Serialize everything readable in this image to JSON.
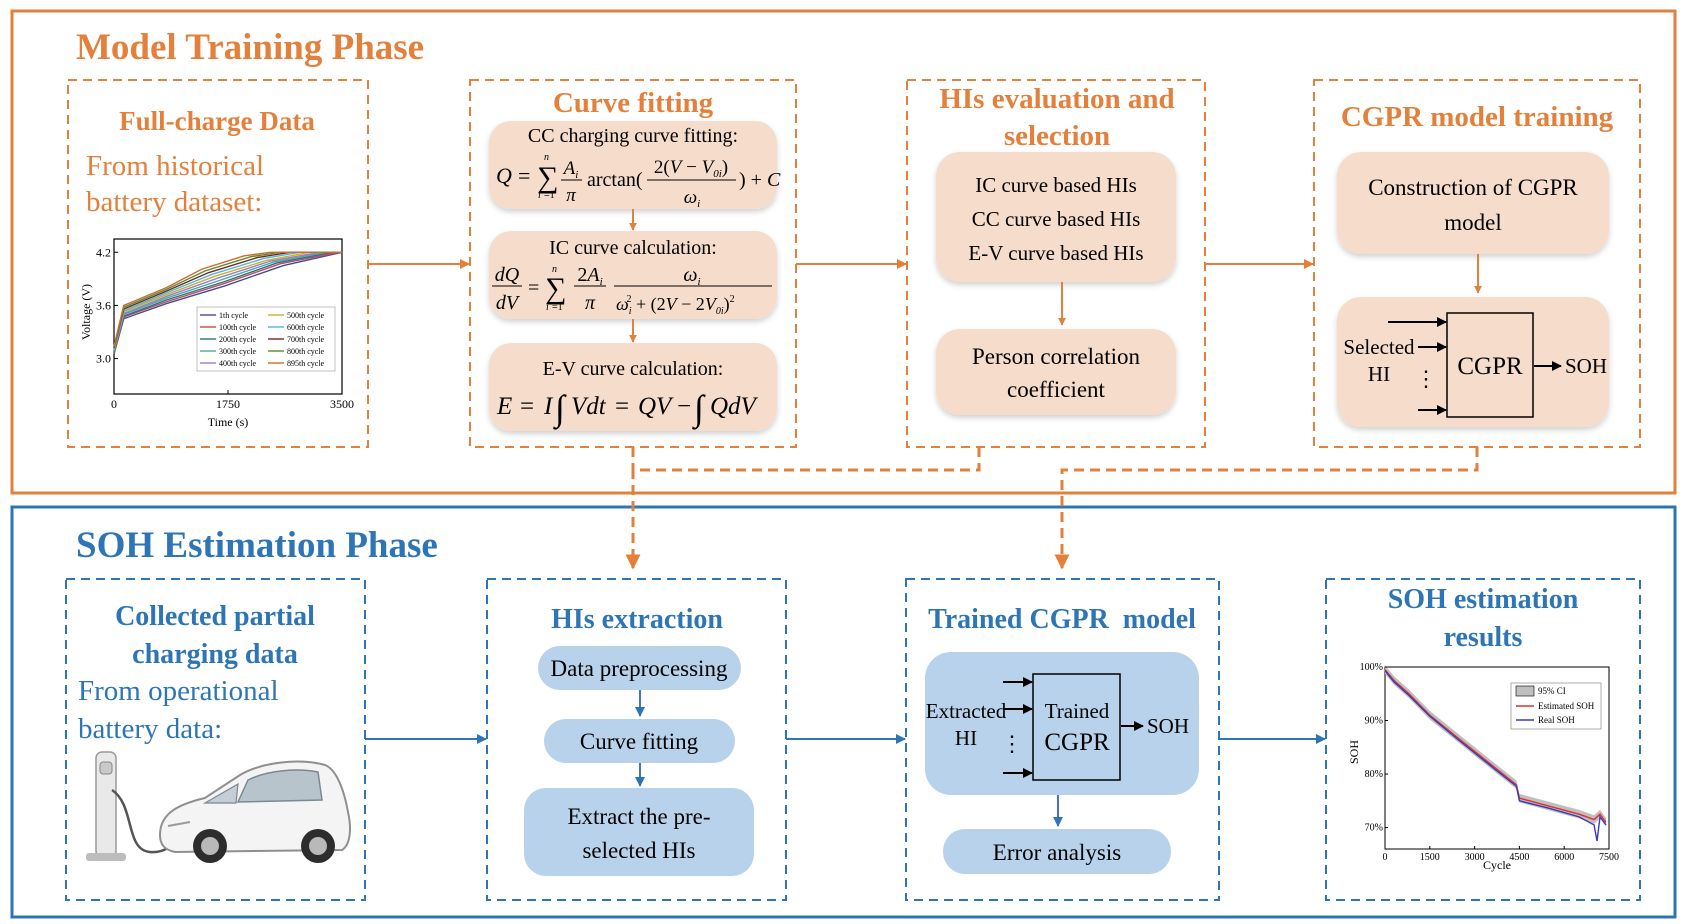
{
  "colors": {
    "training": "#E3803B",
    "estimation": "#2E75B6",
    "training_box_fill": "#F6DCCA",
    "estimation_box_fill": "#B9D2EC",
    "chart_ci_fill": "#BFBFBF",
    "estimated_soh": "#E0312E",
    "real_soh": "#3A3AB8"
  },
  "training_phase": {
    "title": "Model Training Phase",
    "full_charge": {
      "title": "Full-charge Data",
      "desc_line1": "From historical",
      "desc_line2": "battery dataset:"
    },
    "curve_fitting": {
      "title": "Curve fitting",
      "cc_label": "CC charging curve fitting:",
      "ic_label": "IC curve calculation:",
      "ev_label": "E-V curve calculation:"
    },
    "his_eval": {
      "title_line1": "HIs evaluation and",
      "title_line2": "selection",
      "items": [
        "IC curve based HIs",
        "CC curve based HIs",
        "E-V curve based HIs"
      ],
      "pearson_line1": "Person correlation",
      "pearson_line2": "coefficient"
    },
    "cgpr_training": {
      "title": "CGPR model training",
      "construction_line1": "Construction of CGPR",
      "construction_line2": "model",
      "input_line1": "Selected",
      "input_line2": "HI",
      "block": "CGPR",
      "output": "SOH"
    }
  },
  "estimation_phase": {
    "title": "SOH Estimation Phase",
    "collected": {
      "title_line1": "Collected partial",
      "title_line2": "charging data",
      "desc_line1": "From operational",
      "desc_line2": "battery data:"
    },
    "his_extraction": {
      "title": "HIs extraction",
      "step1": "Data preprocessing",
      "step2": "Curve fitting",
      "step3_line1": "Extract the pre-",
      "step3_line2": "selected HIs"
    },
    "trained_cgpr": {
      "title": "Trained CGPR  model",
      "input_line1": "Extracted",
      "input_line2": "HI",
      "block_line1": "Trained",
      "block_line2": "CGPR",
      "output": "SOH",
      "error": "Error analysis"
    },
    "results": {
      "title_line1": "SOH estimation",
      "title_line2": "results"
    }
  },
  "chart_data": [
    {
      "type": "line",
      "xlabel": "Time (s)",
      "ylabel": "Voltage (V)",
      "xlim": [
        0,
        3500
      ],
      "ylim": [
        2.6,
        4.35
      ],
      "x_ticks": [
        "0",
        "1750",
        "3500"
      ],
      "y_ticks": [
        "3.0",
        "3.6",
        "4.2"
      ],
      "legend_position": "bottom-right",
      "series": [
        {
          "name": "1th cycle",
          "color": "#4A4A9A",
          "x": [
            0,
            150,
            800,
            1700,
            2600,
            3500
          ],
          "y": [
            3.05,
            3.45,
            3.62,
            3.82,
            4.05,
            4.2
          ]
        },
        {
          "name": "100th cycle",
          "color": "#C0504D",
          "x": [
            0,
            150,
            800,
            1700,
            2550,
            3450,
            3500
          ],
          "y": [
            3.06,
            3.47,
            3.64,
            3.85,
            4.07,
            4.2,
            4.2
          ]
        },
        {
          "name": "200th cycle",
          "color": "#2E6E8E",
          "x": [
            0,
            150,
            800,
            1700,
            2500,
            3350,
            3500
          ],
          "y": [
            3.07,
            3.48,
            3.66,
            3.87,
            4.08,
            4.2,
            4.2
          ]
        },
        {
          "name": "300th cycle",
          "color": "#4EA8A0",
          "x": [
            0,
            150,
            800,
            1650,
            2450,
            3250,
            3500
          ],
          "y": [
            3.08,
            3.5,
            3.68,
            3.89,
            4.09,
            4.2,
            4.2
          ]
        },
        {
          "name": "400th cycle",
          "color": "#A07CC8",
          "x": [
            0,
            150,
            800,
            1600,
            2400,
            3150,
            3500
          ],
          "y": [
            3.09,
            3.51,
            3.7,
            3.91,
            4.1,
            4.2,
            4.2
          ]
        },
        {
          "name": "500th cycle",
          "color": "#C8B030",
          "x": [
            0,
            150,
            800,
            1550,
            2350,
            3000,
            3500
          ],
          "y": [
            3.1,
            3.53,
            3.72,
            3.93,
            4.11,
            4.2,
            4.2
          ]
        },
        {
          "name": "600th cycle",
          "color": "#4DB8D8",
          "x": [
            0,
            150,
            800,
            1500,
            2300,
            2850,
            3500
          ],
          "y": [
            3.11,
            3.54,
            3.74,
            3.95,
            4.13,
            4.2,
            4.2
          ]
        },
        {
          "name": "700th cycle",
          "color": "#6B2A2A",
          "x": [
            0,
            150,
            800,
            1450,
            2200,
            2700,
            3500
          ],
          "y": [
            3.12,
            3.56,
            3.76,
            3.97,
            4.14,
            4.2,
            4.2
          ]
        },
        {
          "name": "800th cycle",
          "color": "#5A8A30",
          "x": [
            0,
            150,
            800,
            1400,
            2100,
            2550,
            3500
          ],
          "y": [
            3.13,
            3.58,
            3.78,
            3.99,
            4.15,
            4.2,
            4.2
          ]
        },
        {
          "name": "895th cycle",
          "color": "#D06A2A",
          "x": [
            0,
            150,
            800,
            1350,
            2000,
            2400,
            3500
          ],
          "y": [
            3.14,
            3.6,
            3.8,
            4.01,
            4.16,
            4.2,
            4.2
          ]
        }
      ]
    },
    {
      "type": "line",
      "xlabel": "Cycle",
      "ylabel": "SOH",
      "xlim": [
        0,
        7500
      ],
      "ylim": [
        66,
        100
      ],
      "x_ticks": [
        "0",
        "1500",
        "3000",
        "4500",
        "6000",
        "7500"
      ],
      "y_ticks": [
        "70%",
        "80%",
        "90%",
        "100%"
      ],
      "legend_position": "top-right",
      "series": [
        {
          "name": "95% CI",
          "x": [
            0,
            300,
            800,
            1500,
            2500,
            3500,
            4400,
            4500,
            5500,
            6500,
            7000,
            7200,
            7400
          ],
          "y": [
            99.5,
            97.5,
            95.0,
            91.0,
            86.5,
            82.0,
            78.0,
            75.5,
            74.0,
            72.5,
            71.5,
            72.5,
            71.0
          ]
        },
        {
          "name": "Estimated SOH",
          "x": [
            0,
            300,
            800,
            1500,
            2500,
            3500,
            4400,
            4500,
            5500,
            6500,
            7000,
            7200,
            7400
          ],
          "y": [
            99.5,
            97.5,
            95.0,
            91.0,
            86.5,
            82.0,
            78.0,
            75.5,
            74.0,
            72.5,
            71.5,
            72.5,
            71.0
          ]
        },
        {
          "name": "Real SOH",
          "x": [
            0,
            300,
            800,
            1500,
            2500,
            3500,
            4400,
            4500,
            5500,
            6500,
            7000,
            7100,
            7200,
            7400
          ],
          "y": [
            99.3,
            97.2,
            94.7,
            90.8,
            86.2,
            81.7,
            77.7,
            75.0,
            73.6,
            72.0,
            70.5,
            67.5,
            72.0,
            70.5
          ]
        }
      ]
    }
  ]
}
